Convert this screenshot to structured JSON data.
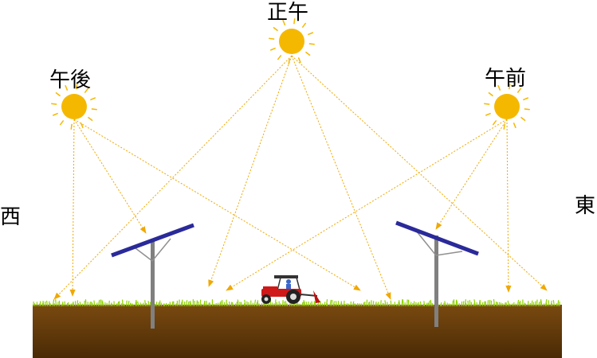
{
  "labels": {
    "noon": "正午",
    "afternoon": "午後",
    "morning": "午前",
    "west": "西",
    "east": "東"
  },
  "colors": {
    "sun": "#f5b800",
    "sun_rays": "#f5b800",
    "light_lines": "#f0a800",
    "panel": "#2a2a9a",
    "pole": "#808080",
    "soil_top": "#7a4a10",
    "soil_bottom": "#4a2a05",
    "grass": "#8fd400",
    "tractor_body": "#d01818"
  },
  "icons": [
    "sun-icon",
    "solar-panel-icon",
    "tractor-icon",
    "grass"
  ]
}
